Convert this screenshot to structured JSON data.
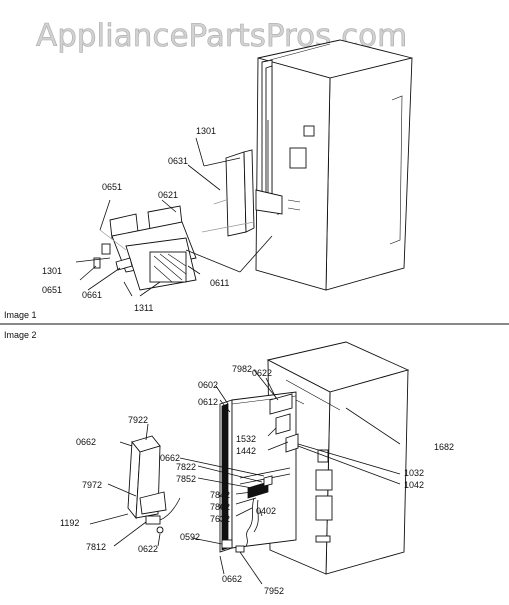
{
  "watermark": "AppliancePartsPros.com",
  "panel1": {
    "title": "Image 1",
    "labels": [
      "1301",
      "0631",
      "0651",
      "0621",
      "1301",
      "0651",
      "0661",
      "0611",
      "1311"
    ]
  },
  "panel2": {
    "title": "Image 2",
    "labels": [
      "7982",
      "0622",
      "0602",
      "0612",
      "7922",
      "0662",
      "1532",
      "1442",
      "1682",
      "0662",
      "7822",
      "7852",
      "1032",
      "1042",
      "7972",
      "7842",
      "7862",
      "7632",
      "0402",
      "1192",
      "0592",
      "7812",
      "0622",
      "0662",
      "7952"
    ]
  }
}
